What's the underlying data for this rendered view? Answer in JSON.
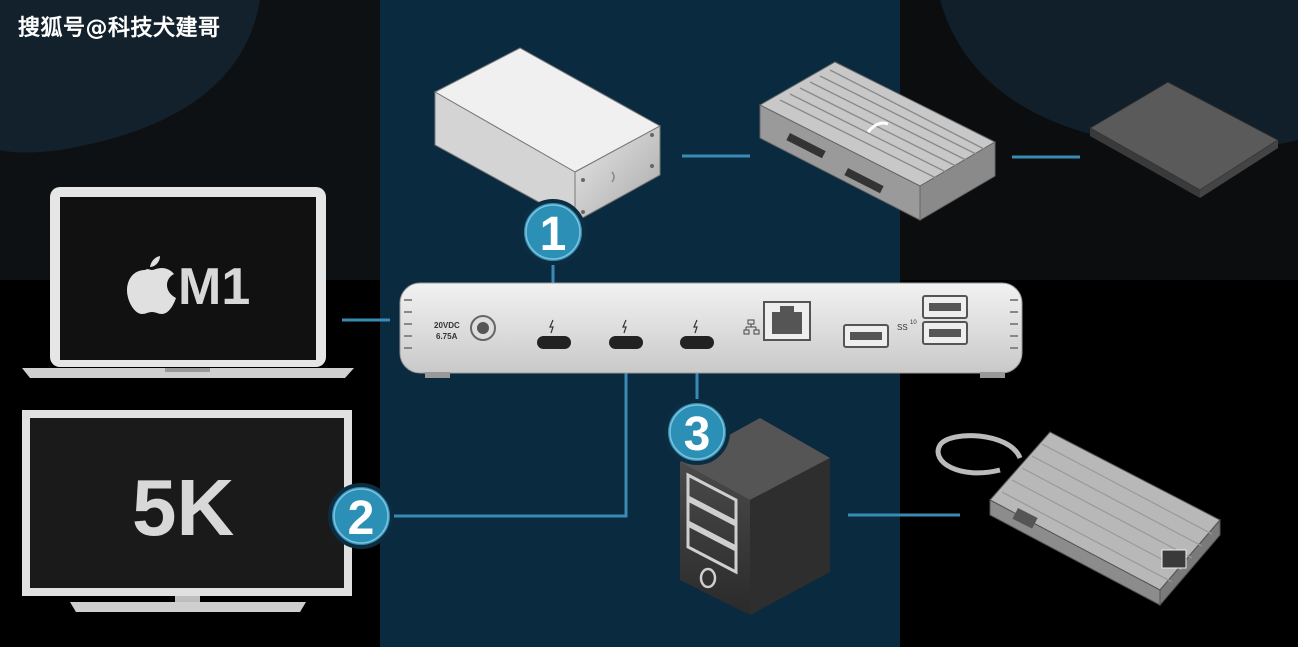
{
  "watermark": "搜狐号@科技犬建哥",
  "laptop": {
    "chip_label": "M1"
  },
  "monitor": {
    "resolution_label": "5K"
  },
  "dock": {
    "power_label_line1": "20VDC",
    "power_label_line2": "6.75A",
    "usb_speed_label": "SS",
    "usb_speed_superscript": "10"
  },
  "badges": [
    {
      "number": "1"
    },
    {
      "number": "2"
    },
    {
      "number": "3"
    }
  ],
  "colors": {
    "background": "#000000",
    "center_panel": "#0a2a40",
    "connector_line": "#3a8bb4",
    "badge_fill": "#2c8fb5",
    "device_light": "#dcdcdc",
    "device_dark": "#3c3c3c"
  },
  "icons": [
    "apple-logo-icon",
    "thunderbolt-icon",
    "ethernet-icon",
    "usb-ss-icon"
  ]
}
